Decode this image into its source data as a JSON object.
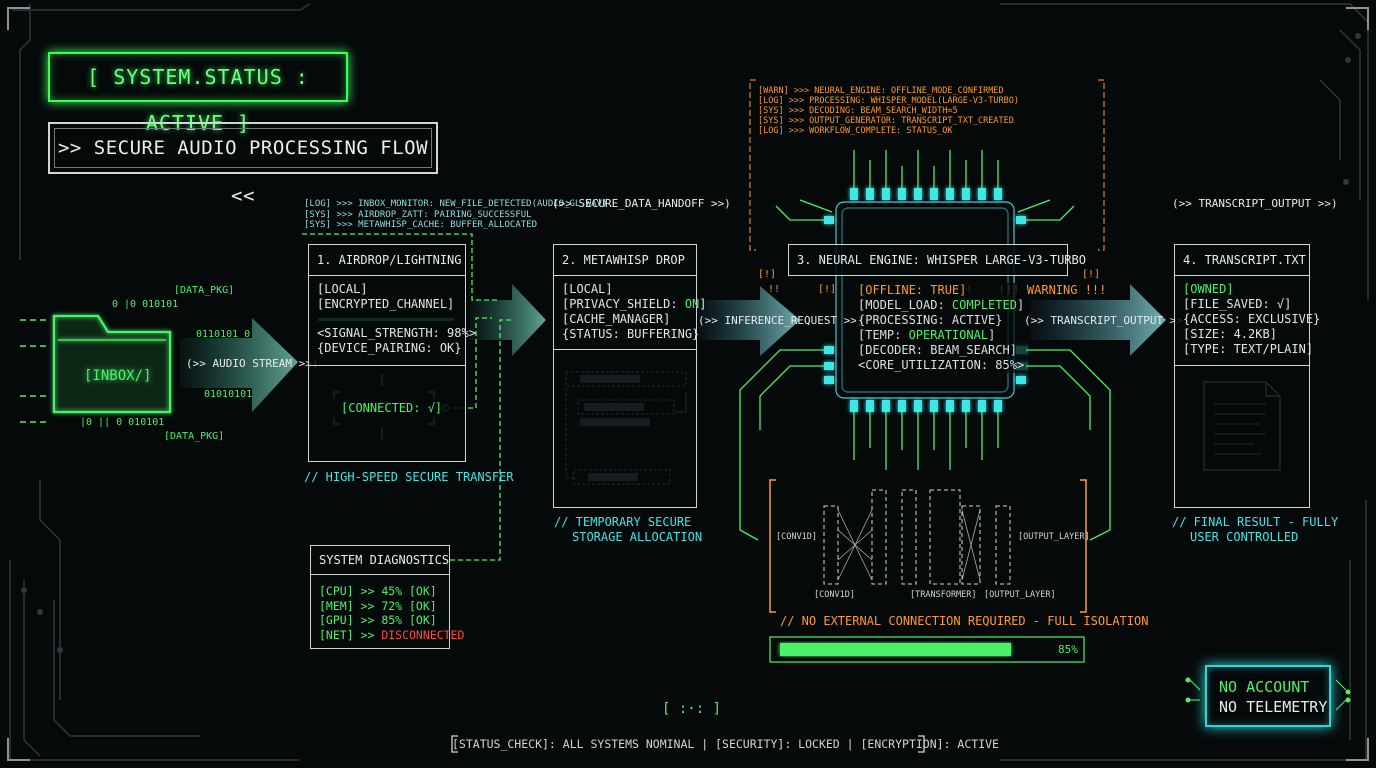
{
  "header": {
    "status": "[ SYSTEM.STATUS : ACTIVE ]",
    "title": ">> SECURE AUDIO PROCESSING FLOW <<"
  },
  "inbox": {
    "label": "[INBOX/]",
    "data_pkg_top": "[DATA_PKG]",
    "data_pkg_bottom": "[DATA_PKG]",
    "binary_lines": [
      "0 |0 010101",
      "0110101 0",
      "01010101",
      "|0 || 0 010101"
    ],
    "stream_label": "(>> AUDIO STREAM >>)"
  },
  "log_top_left": [
    "[LOG] >>> INBOX_MONITOR: NEW_FILE_DETECTED(AUDIO_GL.WAV)",
    "[SYS] >>> AIRDROP_ZATT: PAIRING_SUCCESSFUL",
    "[SYS] >>> METAWHISP_CACHE: BUFFER_ALLOCATED"
  ],
  "handoff_label": "(>> SECURE_DATA_HANDOFF >>)",
  "panel1": {
    "title": "1. AIRDROP/LIGHTNING",
    "lines": [
      "[LOCAL]",
      "[ENCRYPTED_CHANNEL]",
      "<SIGNAL_STRENGTH: 98%>",
      "{DEVICE_PAIRING: OK}"
    ],
    "connected": "[CONNECTED: √]",
    "caption": "// HIGH-SPEED SECURE TRANSFER"
  },
  "panel2": {
    "title": "2. METAWHISP DROP",
    "lines": [
      "[LOCAL]",
      "[PRIVACY_SHIELD: ",
      "ON",
      "]",
      "[CACHE_MANAGER]",
      "{STATUS: BUFFERING}"
    ],
    "caption_1": "// TEMPORARY SECURE",
    "caption_2": "STORAGE ALLOCATION"
  },
  "inference_label": "(>> INFERENCE_REQUEST >>)",
  "panel3": {
    "title": "3. NEURAL ENGINE: WHISPER LARGE-V3-TURBO",
    "lines": [
      {
        "k": "[OFFLINE: TRUE]",
        "v": ""
      },
      {
        "k": "[MODEL_LOAD: ",
        "v": "COMPLETED",
        "e": "]"
      },
      {
        "k": "{PROCESSING: ACTIVE}",
        "v": ""
      },
      {
        "k": "[TEMP: ",
        "v": "OPERATIONAL",
        "e": "]"
      },
      {
        "k": "[DECODER: BEAM_SEARCH]",
        "v": ""
      },
      {
        "k": "<CORE_UTILIZATION: 85%>",
        "v": ""
      }
    ],
    "warning": "!!! WARNING !!!",
    "warn_marks": [
      "[!]",
      "!!",
      "[!]",
      "!!!",
      "[!]"
    ],
    "caption": "// NO EXTERNAL CONNECTION REQUIRED - FULL ISOLATION",
    "progress_percent": 85,
    "progress_label": "85%"
  },
  "log_top_center": [
    "[WARN] >>> NEURAL_ENGINE: OFFLINE_MODE_CONFIRMED",
    "[LOG] >>> PROCESSING: WHISPER_MODEL(LARGE-V3-TURBO)",
    "[SYS] >>> DECODING: BEAM_SEARCH_WIDTH=5",
    "[SYS] >>> OUTPUT_GENERATOR: TRANSCRIPT_TXT_CREATED",
    "[LOG] >>> WORKFLOW_COMPLETE: STATUS_OK"
  ],
  "layers": {
    "conv_left": "[CONV1D]",
    "conv_bottom": "[CONV1D]",
    "transformer": "[TRANSFORMER]",
    "output_bottom": "[OUTPUT_LAYER]",
    "output_right": "[OUTPUT_LAYER]"
  },
  "transcript_label": "(>> TRANSCRIPT_OUTPUT >>)",
  "output_header_label": "(>> TRANSCRIPT_OUTPUT >>)",
  "panel4": {
    "title": "4. TRANSCRIPT.TXT",
    "lines": [
      {
        "k": "[OWNED]",
        "cls": "g"
      },
      {
        "k": "[FILE_SAVED: √]",
        "cls": ""
      },
      {
        "k": "{ACCESS: EXCLUSIVE}",
        "cls": ""
      },
      {
        "k": "[SIZE: 4.2KB]",
        "cls": ""
      },
      {
        "k": "[TYPE: TEXT/PLAIN]",
        "cls": ""
      }
    ],
    "caption_1": "// FINAL RESULT - FULLY",
    "caption_2": "USER CONTROLLED"
  },
  "diagnostics": {
    "title": "SYSTEM DIAGNOSTICS",
    "rows": [
      {
        "label": "[CPU] >> ",
        "value": "45% [OK]",
        "status": "ok"
      },
      {
        "label": "[MEM] >> ",
        "value": "72% [OK]",
        "status": "ok"
      },
      {
        "label": "[GPU] >> ",
        "value": "85% [OK]",
        "status": "ok"
      },
      {
        "label": "[NET] >> ",
        "value": "DISCONNECTED",
        "status": "error"
      }
    ]
  },
  "badge": {
    "line1": "NO ACCOUNT",
    "line2": "NO TELEMETRY"
  },
  "footer": {
    "dots": "[ :·: ]",
    "text": "[STATUS_CHECK]: ALL SYSTEMS NOMINAL | [SECURITY]: LOCKED | [ENCRYPTION]: ACTIVE"
  },
  "colors": {
    "green": "#49f26a",
    "cyan": "#3fe6e6",
    "orange": "#ff9a2a",
    "red": "#ff4a3a",
    "white": "#d8e0e0"
  }
}
